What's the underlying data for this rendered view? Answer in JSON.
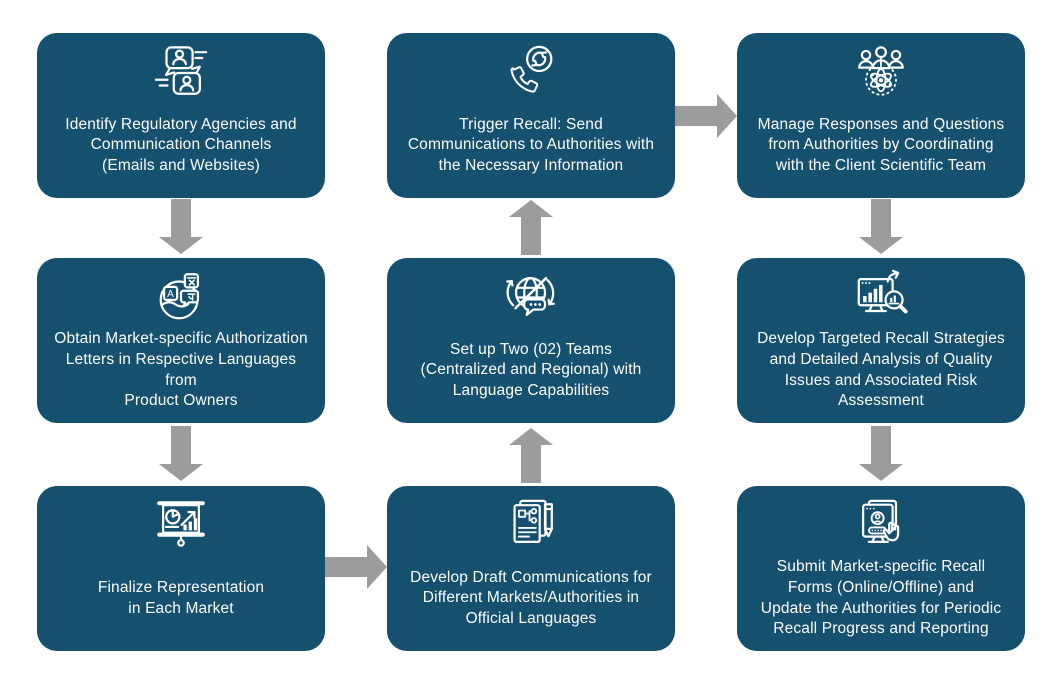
{
  "palette": {
    "background": "#FFFFFF",
    "box_fill": "#15506F",
    "arrow_fill": "#9C9C9C",
    "text_color": "#FFFFFF"
  },
  "flowchart": {
    "icon_glyphs": {
      "translate_letter": "A",
      "cjk_character": "文",
      "devanagari_character": "अ"
    },
    "steps": [
      {
        "id": "step-1",
        "icon": "chat-messages-icon",
        "label": "Identify Regulatory Agencies and\nCommunication  Channels\n(Emails and Websites)"
      },
      {
        "id": "step-2",
        "icon": "language-translation-globe-icon",
        "label": "Obtain Market-specific Authorization\nLetters in Respective Languages from\nProduct Owners"
      },
      {
        "id": "step-3",
        "icon": "presentation-charts-icon",
        "label": "Finalize Representation\nin Each Market"
      },
      {
        "id": "step-4",
        "icon": "draft-document-pen-icon",
        "label": "Develop Draft Communications for\nDifferent Markets/Authorities in\nOfficial Languages"
      },
      {
        "id": "step-5",
        "icon": "global-chat-teams-icon",
        "label": "Set up Two (02) Teams\n(Centralized and Regional) with\nLanguage Capabilities"
      },
      {
        "id": "step-6",
        "icon": "recall-phone-refresh-icon",
        "label": "Trigger Recall: Send\nCommunications to Authorities with\nthe Necessary Information"
      },
      {
        "id": "step-7",
        "icon": "scientific-team-icon",
        "label": "Manage Responses and Questions\nfrom Authorities by Coordinating\nwith the Client Scientific Team"
      },
      {
        "id": "step-8",
        "icon": "analysis-magnifier-chart-icon",
        "label": "Develop Targeted Recall Strategies\nand Detailed Analysis of Quality\nIssues and Associated Risk\nAssessment"
      },
      {
        "id": "step-9",
        "icon": "online-form-submit-icon",
        "label": "Submit Market-specific Recall\nForms (Online/Offline) and\nUpdate the Authorities for Periodic\nRecall Progress and Reporting"
      }
    ],
    "connections": [
      {
        "from": "step-1",
        "to": "step-2",
        "direction": "down"
      },
      {
        "from": "step-2",
        "to": "step-3",
        "direction": "down"
      },
      {
        "from": "step-3",
        "to": "step-4",
        "direction": "right"
      },
      {
        "from": "step-4",
        "to": "step-5",
        "direction": "up"
      },
      {
        "from": "step-5",
        "to": "step-6",
        "direction": "up"
      },
      {
        "from": "step-6",
        "to": "step-7",
        "direction": "right"
      },
      {
        "from": "step-7",
        "to": "step-8",
        "direction": "down"
      },
      {
        "from": "step-8",
        "to": "step-9",
        "direction": "down"
      }
    ]
  }
}
